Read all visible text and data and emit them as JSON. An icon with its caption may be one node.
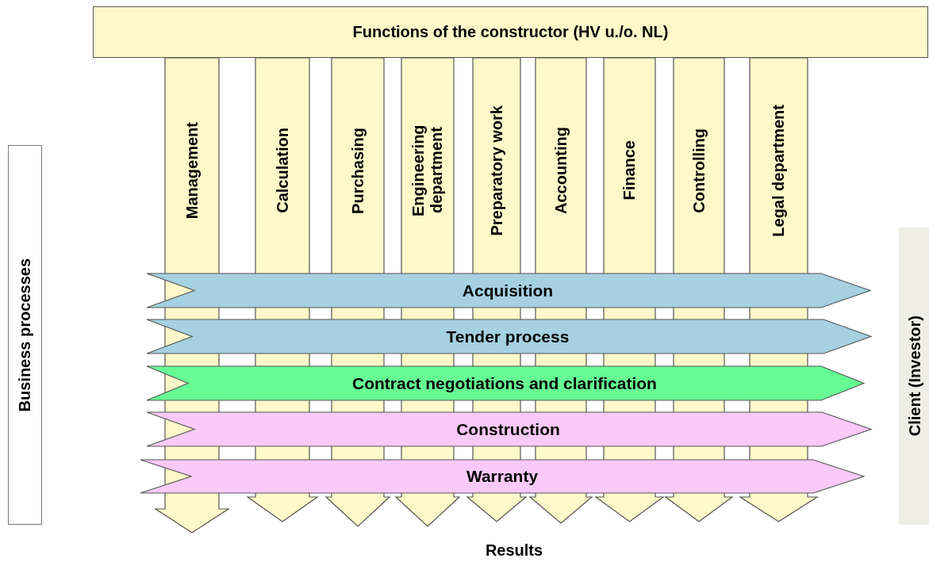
{
  "diagram": {
    "nodes": [
      {
        "text": [
          "Functions of the constructor (HV u./o. NL)"
        ]
      },
      {
        "text": [
          "Management"
        ]
      },
      {
        "text": [
          "Calculation"
        ]
      },
      {
        "text": [
          "Purchasing"
        ]
      },
      {
        "text": [
          "Engineering department"
        ]
      },
      {
        "text": [
          "Preparatory work"
        ]
      },
      {
        "text": [
          "Accounting"
        ]
      },
      {
        "text": [
          "Finance"
        ]
      },
      {
        "text": [
          "Controlling"
        ]
      },
      {
        "text": [
          "Legal department"
        ]
      },
      {
        "text": [
          "Acquisition"
        ]
      },
      {
        "text": [
          "Tender process"
        ]
      },
      {
        "text": [
          "Contract negotiations and clarification"
        ]
      },
      {
        "text": [
          "Construction"
        ]
      },
      {
        "text": [
          "Warranty"
        ]
      },
      {
        "text": [
          "Business processes"
        ]
      },
      {
        "text": [
          "Client (Investor)"
        ]
      }
    ],
    "labels": [
      "Results"
    ]
  }
}
